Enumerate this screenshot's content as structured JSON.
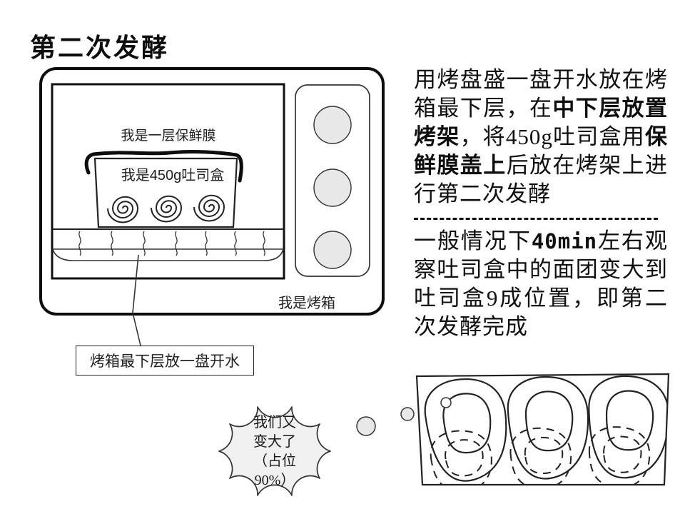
{
  "slide": {
    "title": "第二次发酵"
  },
  "diagram": {
    "labels": {
      "wrap": "我是一层保鲜膜",
      "box": "我是450g吐司盒",
      "oven": "我是烤箱",
      "callout": "烤箱最下层放一盘开水"
    }
  },
  "instructions": {
    "para1": {
      "seg1": "用烤盘盛一盘开水放在烤箱最下层，在",
      "seg2_bold": "中下层放置烤架",
      "seg3": "，将",
      "seg4_num": "450g",
      "seg5": "吐司盒用",
      "seg6_bold": "保鲜膜盖上",
      "seg7": "后放在烤架上进行第二次发酵"
    },
    "para2": {
      "seg1": "一般情况下",
      "seg2_bold": "40min",
      "seg3": "左右观察吐司盒中的面团变大到吐司盒",
      "seg4_num": "9",
      "seg5": "成位置，即第二次发酵完成"
    }
  },
  "thought_bubble": {
    "line1": "我们又",
    "line2": "变大了",
    "line3": "（占位",
    "line4": "90%）"
  },
  "colors": {
    "ink": "#111111",
    "knob_fill": "#e8e8e8",
    "cloud_fill": "#f0f0f0",
    "background": "#ffffff"
  }
}
